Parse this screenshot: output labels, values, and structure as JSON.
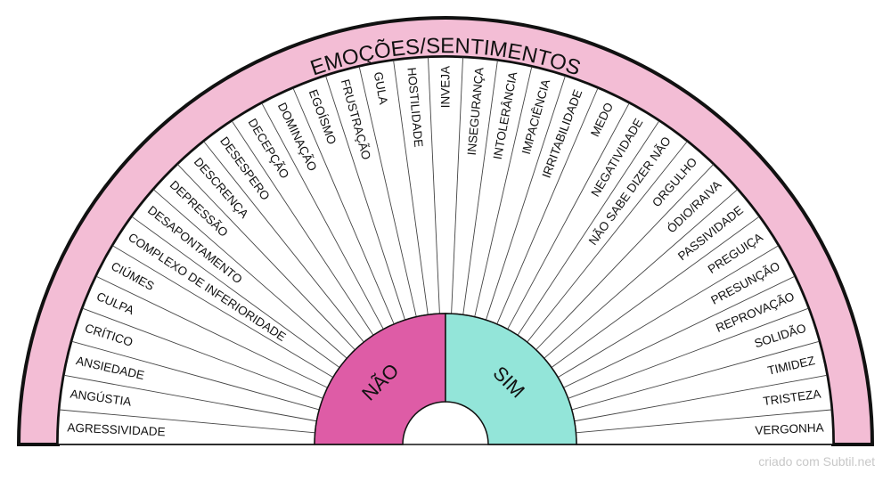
{
  "title": "EMOÇÕES/SENTIMENTOS",
  "center": {
    "no_label": "NÃO",
    "yes_label": "SIM"
  },
  "credit": "criado com Subtil.net",
  "colors": {
    "outer_band": "#f3bdd5",
    "no_fill": "#de5ca6",
    "yes_fill": "#93e5d9",
    "outline": "#111111",
    "spoke": "#444444",
    "text": "#111111"
  },
  "emotions": [
    "AGRESSIVIDADE",
    "ANGÚSTIA",
    "ANSIEDADE",
    "CRÍTICO",
    "CULPA",
    "CIÚMES",
    "COMPLEXO DE INFERIORIDADE",
    "DESAPONTAMENTO",
    "DEPRESSÃO",
    "DESCRENÇA",
    "DESESPERO",
    "DECEPÇÃO",
    "DOMINAÇÃO",
    "EGOÍSMO",
    "FRUSTRAÇÃO",
    "GULA",
    "HOSTILIDADE",
    "INVEJA",
    "INSEGURANÇA",
    "INTOLERÂNCIA",
    "IMPACIÊNCIA",
    "IRRITABILIDADE",
    "MEDO",
    "NEGATIVIDADE",
    "NÃO SABE DIZER NÃO",
    "ORGULHO",
    "ÓDIO/RAIVA",
    "PASSIVIDADE",
    "PREGUIÇA",
    "PRESUNÇÃO",
    "REPROVAÇÃO",
    "SOLIDÃO",
    "TIMIDEZ",
    "TRISTEZA",
    "VERGONHA"
  ]
}
